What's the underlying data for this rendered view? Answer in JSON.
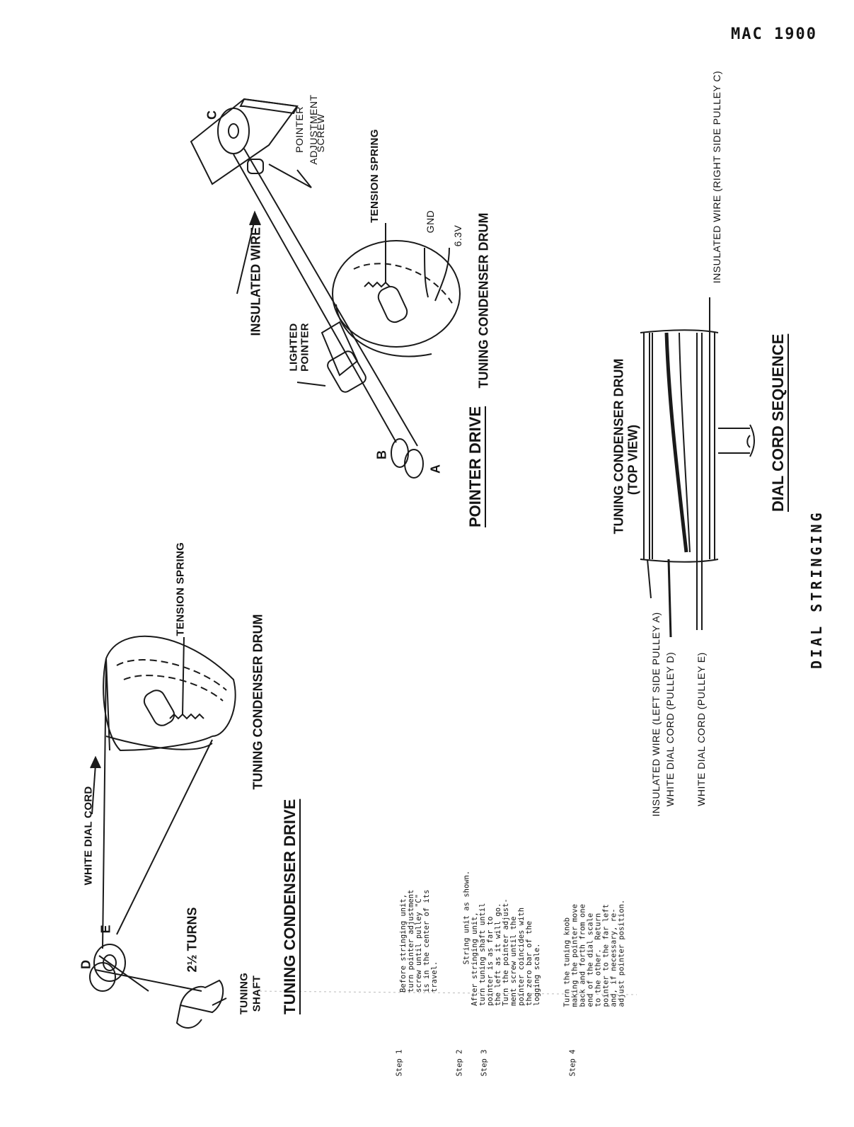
{
  "header": {
    "model": "MAC 1900"
  },
  "page_title": "DIAL STRINGING",
  "tuning_condenser_drive": {
    "title": "TUNING CONDENSER DRIVE",
    "labels": {
      "white_dial_cord": "WHITE DIAL CORD",
      "tension_spring": "TENSION SPRING",
      "drum": "TUNING CONDENSER DRUM",
      "turns": "2½ TURNS",
      "tuning_shaft_1": "TUNING",
      "tuning_shaft_2": "SHAFT",
      "pulley_d": "D",
      "pulley_e": "E"
    }
  },
  "pointer_drive": {
    "title": "POINTER DRIVE",
    "labels": {
      "insulated_wire": "INSULATED WIRE",
      "tension_spring": "TENSION SPRING",
      "pointer_adjustment_1": "POINTER",
      "pointer_adjustment_2": "ADJUSTMENT",
      "pointer_adjustment_3": "SCREW",
      "lighted_pointer_1": "LIGHTED",
      "lighted_pointer_2": "POINTER",
      "gnd": "GND",
      "v63": "6.3V",
      "drum": "TUNING CONDENSER DRUM",
      "pulley_a": "A",
      "pulley_b": "B",
      "pulley_c": "C"
    }
  },
  "dial_cord_sequence": {
    "title": "DIAL CORD SEQUENCE",
    "drum_label_1": "TUNING CONDENSER DRUM",
    "drum_label_2": "(TOP VIEW)",
    "wire_labels": {
      "insulated_left": "INSULATED WIRE (LEFT SIDE PULLEY A)",
      "white_d": "WHITE DIAL CORD (PULLEY D)",
      "white_e": "WHITE DIAL CORD (PULLEY E)",
      "insulated_right": "INSULATED WIRE (RIGHT SIDE PULLEY C)"
    }
  },
  "steps": [
    {
      "label": "Step 1",
      "text": "Before stringing unit,\nturn pointer adjustment\nscrew until pulley \"C\"\nis in the center of its\ntravel."
    },
    {
      "label": "Step 2",
      "text": "String unit as shown."
    },
    {
      "label": "Step 3",
      "text": "After stringing unit,\nturn tuning shaft until\npointer is as far to\nthe left as it will go.\nTurn the pointer adjust-\nment screw until the\npointer coincides with\nthe zero bar of the\nlogging scale."
    },
    {
      "label": "Step 4",
      "text": "Turn the tuning knob\nmaking the pointer move\nback and forth from one\nend of the dial scale\nto the other.  Return\npointer to the far left\nand, if necessary, re-\nadjust pointer position."
    }
  ]
}
